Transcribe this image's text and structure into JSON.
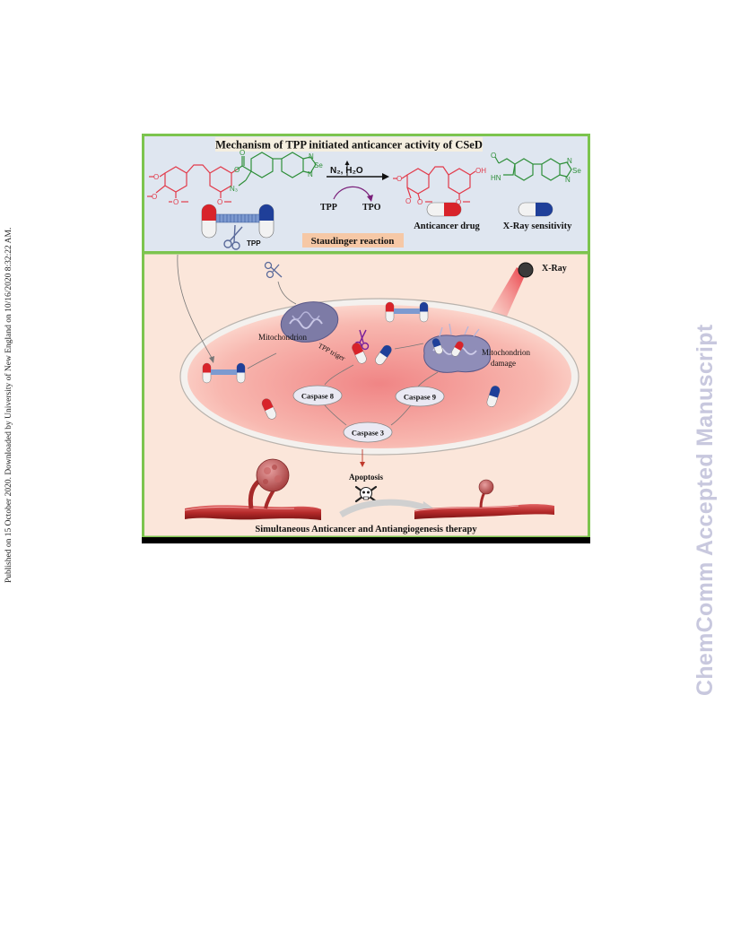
{
  "margin_note": "Published on 15 October 2020. Downloaded by University of New England on 10/16/2020 8:32:22 AM.",
  "watermark": "ChemComm Accepted Manuscript",
  "figure": {
    "title": "Mechanism  of TPP initiated anticancer activity of CSeD",
    "reaction": {
      "reagents": "N₂, H₂O",
      "tpp": "TPP",
      "tpo": "TPO",
      "scissor_label": "TPP",
      "name": "Staudinger reaction"
    },
    "products": {
      "anticancer": "Anticancer drug",
      "xray_sens": "X-Ray sensitivity"
    },
    "cell": {
      "xray": "X-Ray",
      "mitochondrion": "Mitochondrion",
      "tpp_trigger": "TPP triger",
      "mito_damage_1": "Mitochondrion",
      "mito_damage_2": "damage",
      "caspase8": "Caspase 8",
      "caspase9": "Caspase 9",
      "caspase3": "Caspase 3",
      "apoptosis": "Apoptosis",
      "footer": "Simultaneous Anticancer and Antiangiogenesis therapy"
    },
    "chem": {
      "n3": "N₃",
      "n": "N",
      "se": "Se",
      "oh": "OH",
      "hn": "HN",
      "o": "O"
    },
    "colors": {
      "border_green": "#7cc44e",
      "top_bg": "#dfe6f0",
      "bottom_bg": "#fbe6da",
      "drug_red": "#e23b4b",
      "sens_green": "#2f8f3a",
      "capsule_red": "#d8232a",
      "capsule_blue": "#1f3f99",
      "staudinger_bg": "#f6c8a6"
    }
  }
}
